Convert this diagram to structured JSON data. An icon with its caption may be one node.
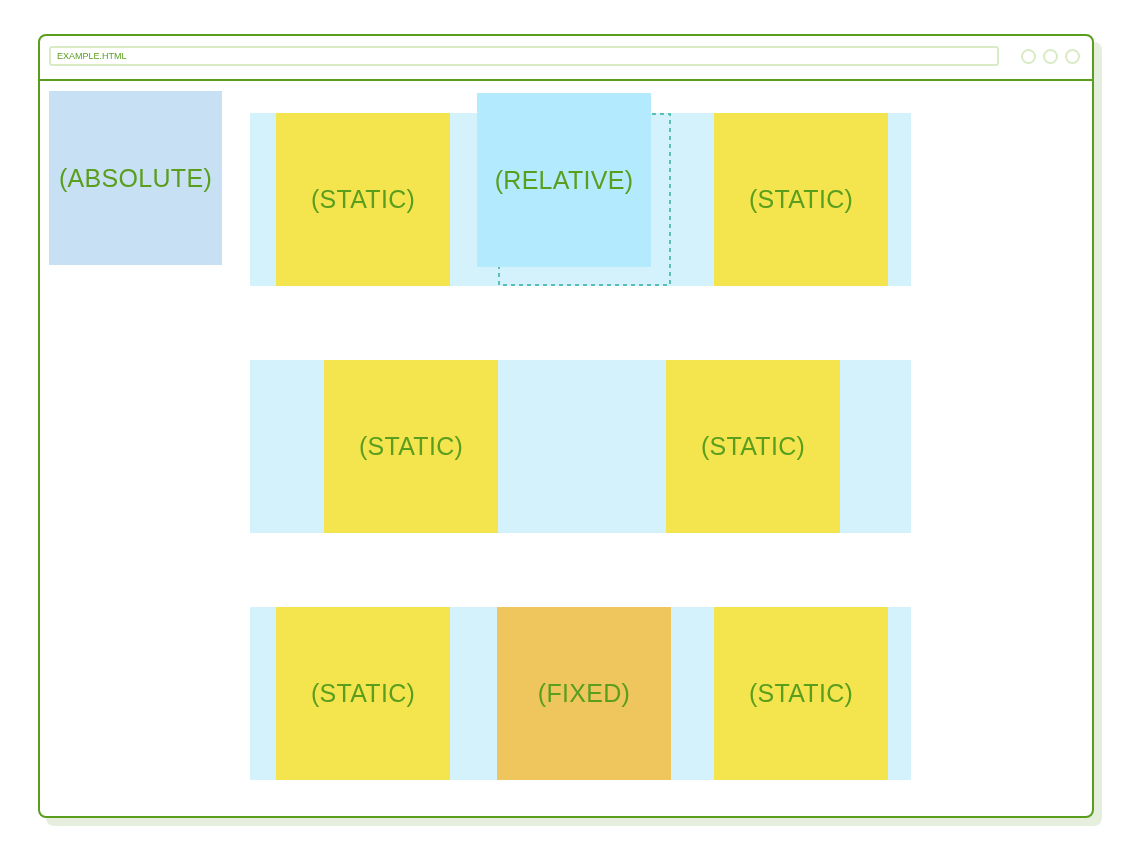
{
  "diagram": {
    "nodes": [
      {
        "text": [
          "EXAMPLE.HTML"
        ]
      },
      {
        "text": [
          "(ABSOLUTE)"
        ],
        "in": 0
      },
      {
        "text": [],
        "shape": "band",
        "in": 0
      },
      {
        "text": [
          "(STATIC)"
        ],
        "in": 2
      },
      {
        "text": [
          "(RELATIVE)"
        ],
        "in": 2
      },
      {
        "text": [
          "(STATIC)"
        ],
        "in": 2
      },
      {
        "text": [],
        "shape": "band",
        "in": 0
      },
      {
        "text": [
          "(STATIC)"
        ],
        "in": 6
      },
      {
        "text": [
          "(STATIC)"
        ],
        "in": 6
      },
      {
        "text": [],
        "shape": "band",
        "in": 0
      },
      {
        "text": [
          "(STATIC)"
        ],
        "in": 9
      },
      {
        "text": [
          "(FIXED)"
        ],
        "in": 9
      },
      {
        "text": [
          "(STATIC)"
        ],
        "in": 9
      }
    ]
  }
}
